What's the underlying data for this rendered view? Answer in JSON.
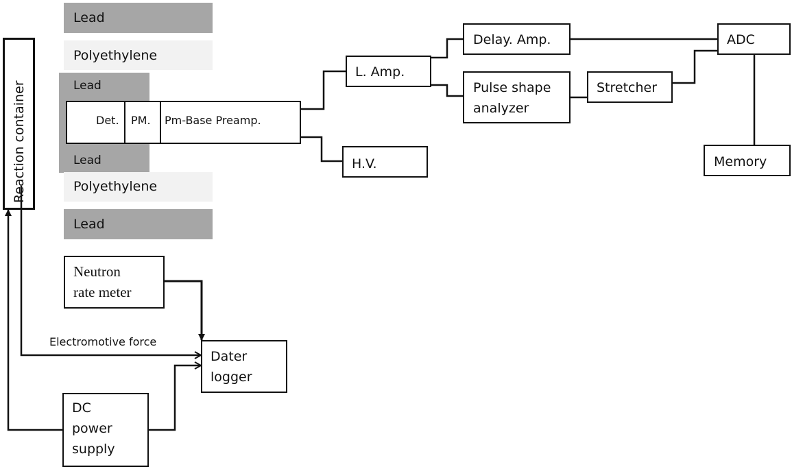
{
  "diagram": {
    "reaction_container": "Reaction container",
    "shield_layers": [
      {
        "material": "Lead"
      },
      {
        "material": "Polyethylene"
      },
      {
        "material": "Lead"
      },
      {
        "material": "Lead"
      },
      {
        "material": "Polyethylene"
      },
      {
        "material": "Lead"
      }
    ],
    "detector_assembly": {
      "det": "Det.",
      "pm": "PM.",
      "base": "Pm-Base Preamp."
    },
    "blocks": {
      "l_amp": "L. Amp.",
      "hv": "H.V.",
      "delay_amp": "Delay. Amp.",
      "psa_line1": "Pulse shape",
      "psa_line2": "analyzer",
      "stretcher": "Stretcher",
      "adc": "ADC",
      "memory": "Memory",
      "neutron_line1": "Neutron",
      "neutron_line2": "rate meter",
      "logger_line1": "Dater",
      "logger_line2": "logger",
      "dc_line1": "DC",
      "dc_line2": "power",
      "dc_line3": "supply"
    },
    "annotations": {
      "emf": "Electromotive force"
    },
    "colors": {
      "lead": "#a6a6a6",
      "polyethylene": "#f2f2f2",
      "line": "#111111"
    }
  }
}
